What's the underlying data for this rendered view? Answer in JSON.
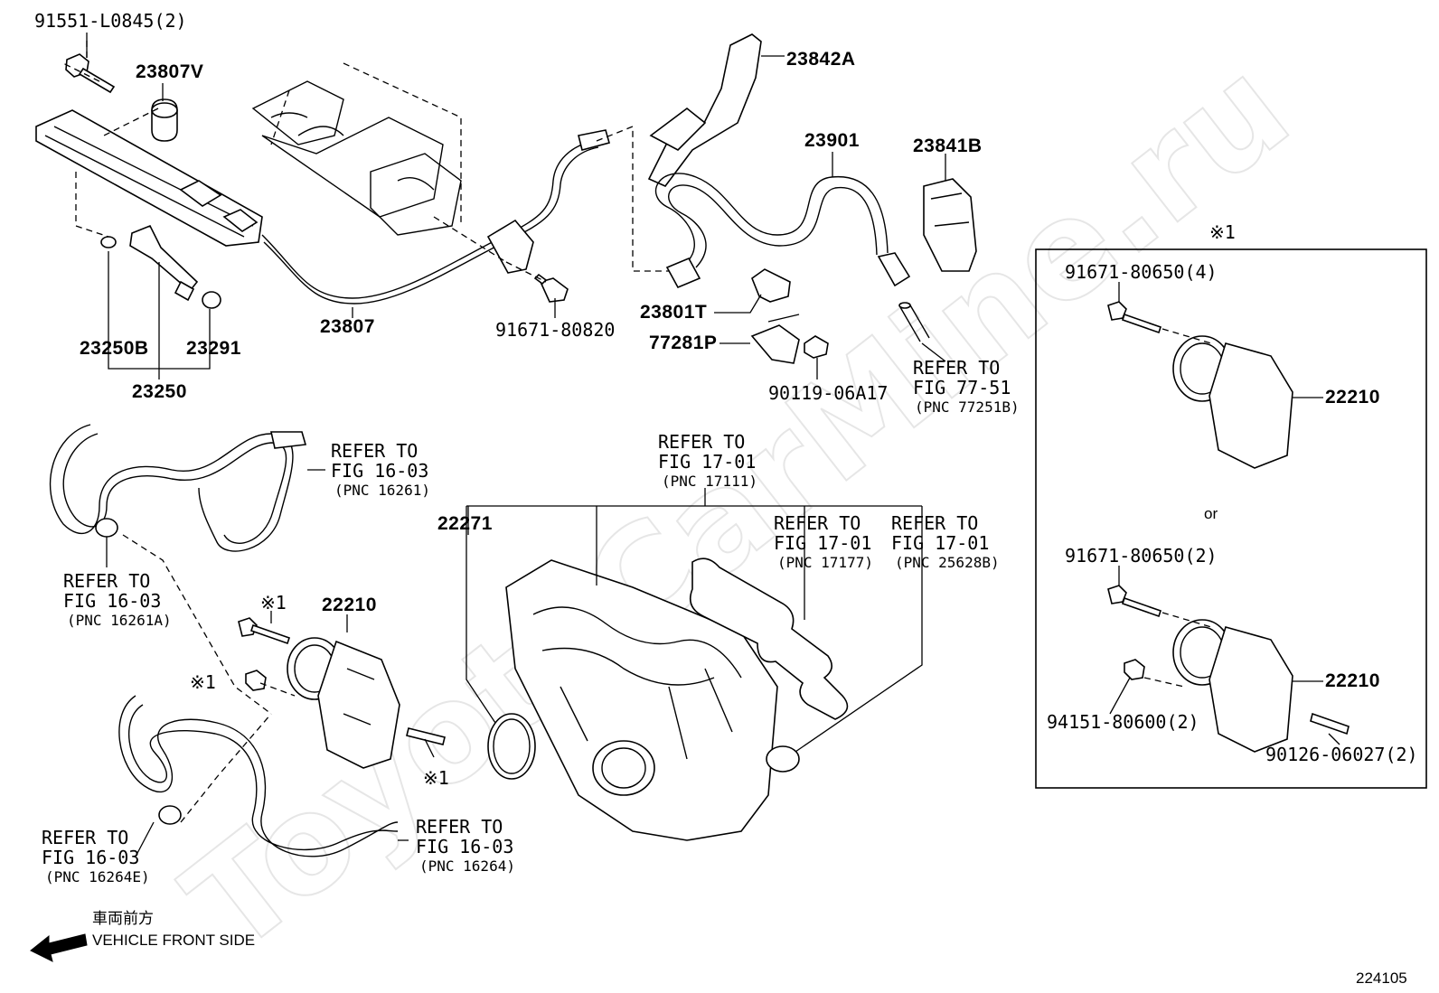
{
  "watermark": "ToyotaCarMine.ru",
  "diagram_id": "224105",
  "front_marker": {
    "japanese": "車両前方",
    "english": "VEHICLE FRONT SIDE"
  },
  "callout_box": {
    "marker": "※1",
    "alternative": "or"
  },
  "labels": {
    "p91551": "91551-L0845(2)",
    "p23807V": "23807V",
    "p23842A": "23842A",
    "p23901": "23901",
    "p23841B": "23841B",
    "p23801T": "23801T",
    "p77281P": "77281P",
    "p90119": "90119-06A17",
    "p91671_80820": "91671-80820",
    "p23807": "23807",
    "p23250B": "23250B",
    "p23291": "23291",
    "p23250": "23250",
    "p22271": "22271",
    "p22210_main": "22210",
    "p22210_box1": "22210",
    "p22210_box2": "22210",
    "p91671_80650_4": "91671-80650(4)",
    "p91671_80650_2": "91671-80650(2)",
    "p94151": "94151-80600(2)",
    "p90126": "90126-06027(2)",
    "mark1_a": "※1",
    "mark1_b": "※1",
    "mark1_c": "※1"
  },
  "references": {
    "r7751": {
      "line1": "REFER TO",
      "line2": "FIG 77-51",
      "line3": "(PNC 77251B)"
    },
    "r16261": {
      "line1": "REFER TO",
      "line2": "FIG 16-03",
      "line3": "(PNC 16261)"
    },
    "r16261A": {
      "line1": "REFER TO",
      "line2": "FIG 16-03",
      "line3": "(PNC 16261A)"
    },
    "r17111": {
      "line1": "REFER TO",
      "line2": "FIG 17-01",
      "line3": "(PNC 17111)"
    },
    "r17177": {
      "line1": "REFER TO",
      "line2": "FIG 17-01",
      "line3": "(PNC 17177)"
    },
    "r25628B": {
      "line1": "REFER TO",
      "line2": "FIG 17-01",
      "line3": "(PNC 25628B)"
    },
    "r16264E": {
      "line1": "REFER TO",
      "line2": "FIG 16-03",
      "line3": "(PNC 16264E)"
    },
    "r16264": {
      "line1": "REFER TO",
      "line2": "FIG 16-03",
      "line3": "(PNC 16264)"
    }
  }
}
